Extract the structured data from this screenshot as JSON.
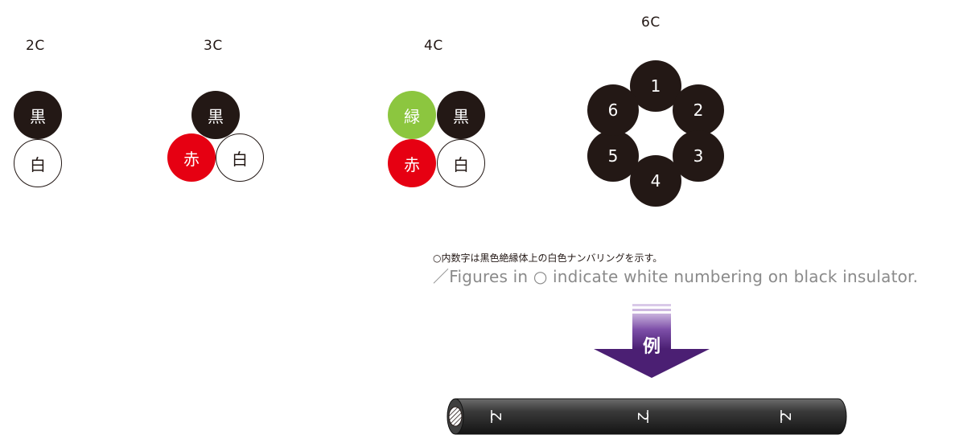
{
  "groups": {
    "c2": {
      "title": "2C",
      "wires": [
        "黒",
        "白"
      ]
    },
    "c3": {
      "title": "3C",
      "wires": [
        "黒",
        "赤",
        "白"
      ]
    },
    "c4": {
      "title": "4C",
      "wires": [
        "緑",
        "黒",
        "赤",
        "白"
      ]
    },
    "c6": {
      "title": "6C",
      "wires": [
        "1",
        "2",
        "3",
        "4",
        "5",
        "6"
      ]
    }
  },
  "note": {
    "ja": "○内数字は黒色絶縁体上の白色ナンバリングを示す。",
    "en": "／Figures in ○ indicate white numbering on black insulator."
  },
  "arrow_label": "例",
  "cable_marks": [
    "2",
    "2",
    "2"
  ],
  "colors": {
    "black": "#231815",
    "red": "#e60012",
    "green": "#8cc63f",
    "arrow_purple": "#5b2a86"
  }
}
